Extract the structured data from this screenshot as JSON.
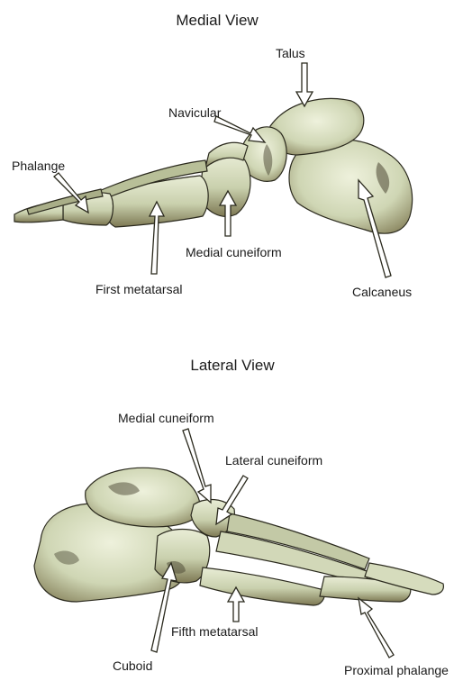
{
  "medial": {
    "title": "Medial View",
    "labels": {
      "talus": "Talus",
      "navicular": "Navicular",
      "phalange": "Phalange",
      "medial_cuneiform": "Medial cuneiform",
      "first_metatarsal": "First metatarsal",
      "calcaneus": "Calcaneus"
    }
  },
  "lateral": {
    "title": "Lateral View",
    "labels": {
      "medial_cuneiform": "Medial cuneiform",
      "lateral_cuneiform": "Lateral cuneiform",
      "fifth_metatarsal": "Fifth metatarsal",
      "cuboid": "Cuboid",
      "proximal_phalange": "Proximal phalange"
    }
  },
  "colors": {
    "bone_light": "#e6ead0",
    "bone_mid": "#c4cca8",
    "bone_shadow": "#6f6a48",
    "outline": "#2b2a1e",
    "arrow_fill": "#ffffff"
  }
}
